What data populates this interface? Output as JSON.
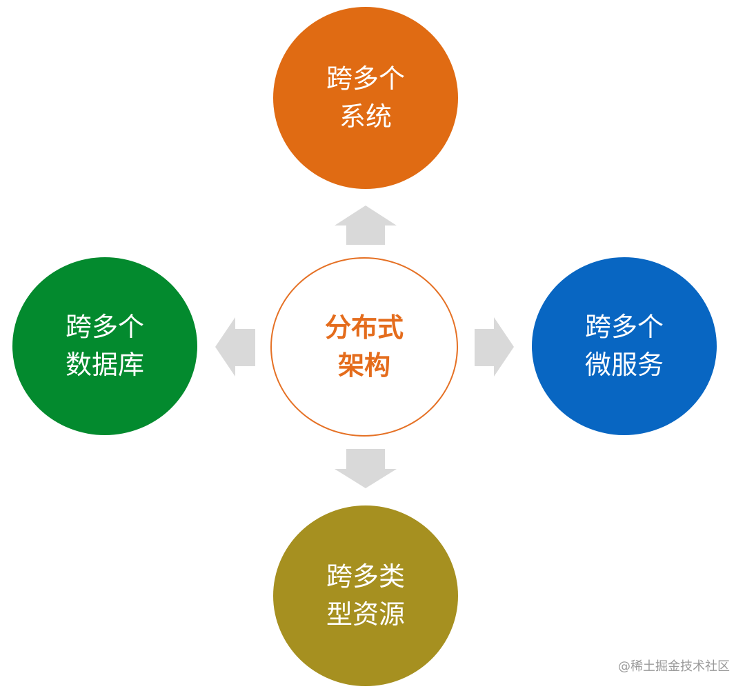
{
  "diagram": {
    "center": {
      "lines": [
        "分布式",
        "架构"
      ],
      "text_color": "#e46c1c",
      "border_color": "#e57125"
    },
    "top": {
      "lines": [
        "跨多个",
        "系统"
      ],
      "fill": "#e06b13"
    },
    "left": {
      "lines": [
        "跨多个",
        "数据库"
      ],
      "fill": "#038a2e"
    },
    "right": {
      "lines": [
        "跨多个",
        "微服务"
      ],
      "fill": "#0866c2"
    },
    "bottom": {
      "lines": [
        "跨多类",
        "型资源"
      ],
      "fill": "#a69020"
    },
    "arrow_color": "#d9d9d9"
  },
  "watermark": "@稀土掘金技术社区"
}
